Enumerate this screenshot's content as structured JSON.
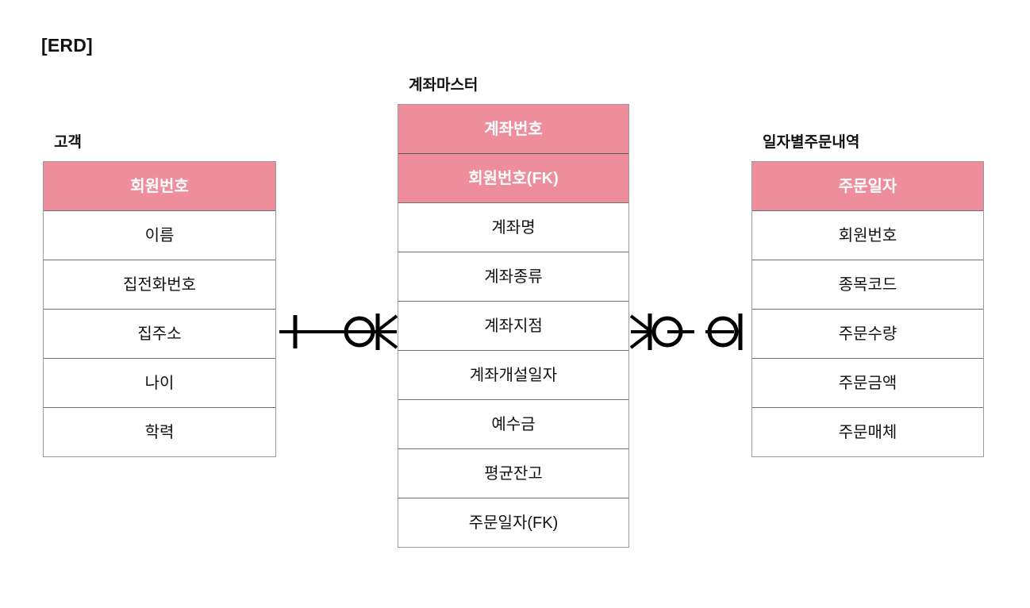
{
  "page": {
    "title": "[ERD]"
  },
  "entities": [
    {
      "name": "고객",
      "attributes": [
        {
          "label": "회원번호",
          "key": true
        },
        {
          "label": "이름",
          "key": false
        },
        {
          "label": "집전화번호",
          "key": false
        },
        {
          "label": "집주소",
          "key": false
        },
        {
          "label": "나이",
          "key": false
        },
        {
          "label": "학력",
          "key": false
        }
      ]
    },
    {
      "name": "계좌마스터",
      "attributes": [
        {
          "label": "계좌번호",
          "key": true
        },
        {
          "label": "회원번호(FK)",
          "key": true
        },
        {
          "label": "계좌명",
          "key": false
        },
        {
          "label": "계좌종류",
          "key": false
        },
        {
          "label": "계좌지점",
          "key": false
        },
        {
          "label": "계좌개설일자",
          "key": false
        },
        {
          "label": "예수금",
          "key": false
        },
        {
          "label": "평균잔고",
          "key": false
        },
        {
          "label": "주문일자(FK)",
          "key": false
        }
      ]
    },
    {
      "name": "일자별주문내역",
      "attributes": [
        {
          "label": "주문일자",
          "key": true
        },
        {
          "label": "회원번호",
          "key": false
        },
        {
          "label": "종목코드",
          "key": false
        },
        {
          "label": "주문수량",
          "key": false
        },
        {
          "label": "주문금액",
          "key": false
        },
        {
          "label": "주문매체",
          "key": false
        }
      ]
    }
  ],
  "relationships": [
    {
      "id": "customer-account",
      "from": "고객",
      "to": "계좌마스터",
      "line_style": "solid",
      "from_cardinality": "one-mandatory",
      "to_cardinality": "zero-or-many"
    },
    {
      "id": "account-order",
      "from": "계좌마스터",
      "to": "일자별주문내역",
      "line_style": "dashed",
      "from_cardinality": "zero-or-many",
      "to_cardinality": "zero-or-one"
    }
  ],
  "colors": {
    "key_fill": "#ee8e9d",
    "key_text": "#ffffff",
    "border": "#9a9a9a",
    "row_divider": "#6f6f6f",
    "text": "#111111",
    "background": "#ffffff"
  }
}
